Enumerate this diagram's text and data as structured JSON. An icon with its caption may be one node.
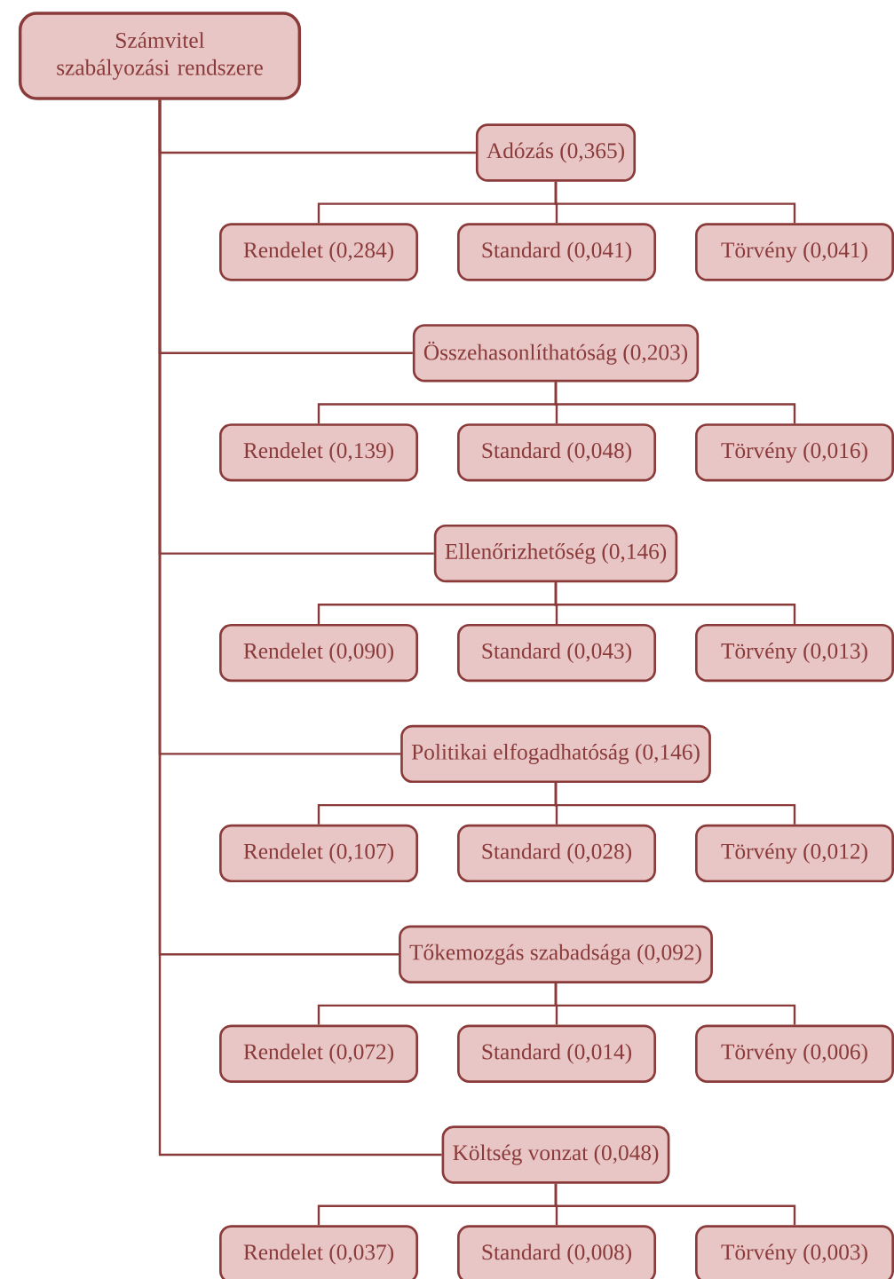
{
  "diagram": {
    "nodes": [
      {
        "text": [
          "Számvitel szabályozási rendszere"
        ]
      },
      {
        "text": [
          "Adózás (0,365)"
        ]
      },
      {
        "text": [
          "Rendelet (0,284)"
        ]
      },
      {
        "text": [
          "Standard (0,041)"
        ]
      },
      {
        "text": [
          "Törvény (0,041)"
        ]
      },
      {
        "text": [
          "Összehasonlíthatóság (0,203)"
        ]
      },
      {
        "text": [
          "Rendelet (0,139)"
        ]
      },
      {
        "text": [
          "Standard (0,048)"
        ]
      },
      {
        "text": [
          "Törvény (0,016)"
        ]
      },
      {
        "text": [
          "Ellenőrizhetőség (0,146)"
        ]
      },
      {
        "text": [
          "Rendelet (0,090)"
        ]
      },
      {
        "text": [
          "Standard (0,043)"
        ]
      },
      {
        "text": [
          "Törvény (0,013)"
        ]
      },
      {
        "text": [
          "Politikai elfogadhatóság (0,146)"
        ]
      },
      {
        "text": [
          "Rendelet (0,107)"
        ]
      },
      {
        "text": [
          "Standard (0,028)"
        ]
      },
      {
        "text": [
          "Törvény (0,012)"
        ]
      },
      {
        "text": [
          "Tőkemozgás szabadsága (0,092)"
        ]
      },
      {
        "text": [
          "Rendelet (0,072)"
        ]
      },
      {
        "text": [
          "Standard (0,014)"
        ]
      },
      {
        "text": [
          "Törvény (0,006)"
        ]
      },
      {
        "text": [
          "Költség vonzat (0,048)"
        ]
      },
      {
        "text": [
          "Rendelet (0,037)"
        ]
      },
      {
        "text": [
          "Standard (0,008)"
        ]
      },
      {
        "text": [
          "Törvény (0,003)"
        ]
      }
    ],
    "edges": [
      {
        "from": 0,
        "to": 1,
        "arrow": "none"
      },
      {
        "from": 1,
        "to": 2,
        "arrow": "none"
      },
      {
        "from": 1,
        "to": 3,
        "arrow": "none"
      },
      {
        "from": 1,
        "to": 4,
        "arrow": "none"
      },
      {
        "from": 0,
        "to": 5,
        "arrow": "none"
      },
      {
        "from": 5,
        "to": 6,
        "arrow": "none"
      },
      {
        "from": 5,
        "to": 7,
        "arrow": "none"
      },
      {
        "from": 5,
        "to": 8,
        "arrow": "none"
      },
      {
        "from": 0,
        "to": 9,
        "arrow": "none"
      },
      {
        "from": 9,
        "to": 10,
        "arrow": "none"
      },
      {
        "from": 9,
        "to": 11,
        "arrow": "none"
      },
      {
        "from": 9,
        "to": 12,
        "arrow": "none"
      },
      {
        "from": 0,
        "to": 13,
        "arrow": "none"
      },
      {
        "from": 13,
        "to": 14,
        "arrow": "none"
      },
      {
        "from": 13,
        "to": 15,
        "arrow": "none"
      },
      {
        "from": 13,
        "to": 16,
        "arrow": "none"
      },
      {
        "from": 0,
        "to": 17,
        "arrow": "none"
      },
      {
        "from": 17,
        "to": 18,
        "arrow": "none"
      },
      {
        "from": 17,
        "to": 19,
        "arrow": "none"
      },
      {
        "from": 17,
        "to": 20,
        "arrow": "none"
      },
      {
        "from": 0,
        "to": 21,
        "arrow": "none"
      },
      {
        "from": 21,
        "to": 22,
        "arrow": "none"
      },
      {
        "from": 21,
        "to": 23,
        "arrow": "none"
      },
      {
        "from": 21,
        "to": 24,
        "arrow": "none"
      }
    ]
  }
}
